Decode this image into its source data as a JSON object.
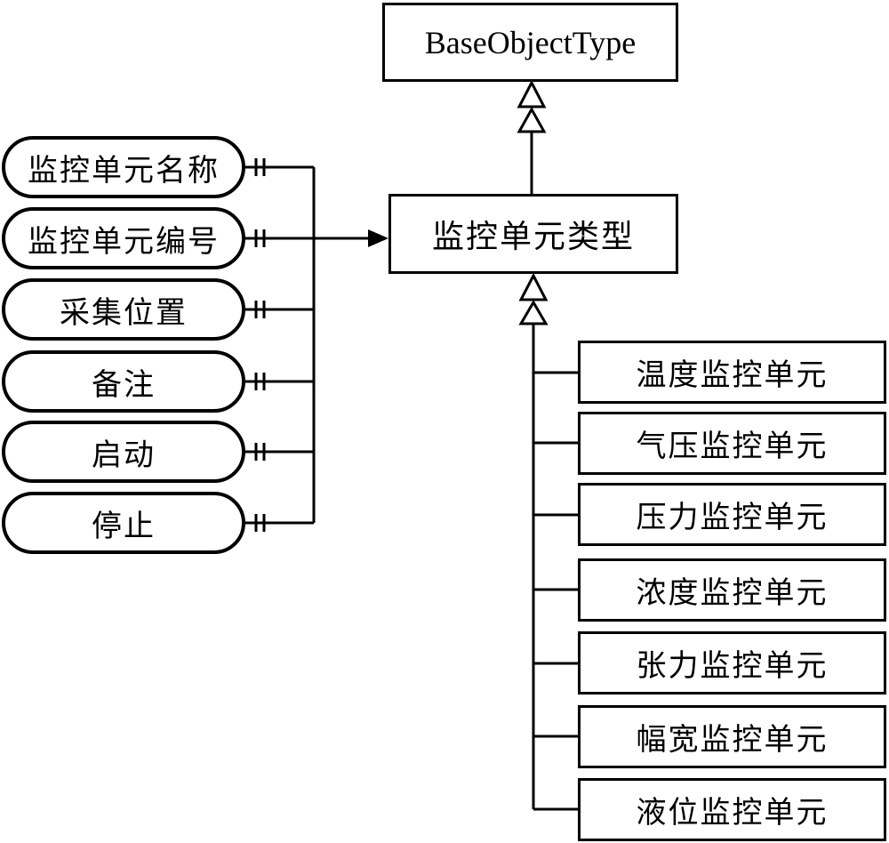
{
  "diagram": {
    "root_class": {
      "label": "BaseObjectType"
    },
    "main_class": {
      "label": "监控单元类型"
    },
    "properties": [
      {
        "label": "监控单元名称"
      },
      {
        "label": "监控单元编号"
      },
      {
        "label": "采集位置"
      },
      {
        "label": "备注"
      },
      {
        "label": "启动"
      },
      {
        "label": "停止"
      }
    ],
    "subtypes": [
      {
        "label": "温度监控单元"
      },
      {
        "label": "气压监控单元"
      },
      {
        "label": "压力监控单元"
      },
      {
        "label": "浓度监控单元"
      },
      {
        "label": "张力监控单元"
      },
      {
        "label": "幅宽监控单元"
      },
      {
        "label": "液位监控单元"
      }
    ],
    "notation": {
      "generalization_marker": "hollow-triangle",
      "property_cardinality_marker": "double-tick",
      "association_marker": "filled-arrowhead"
    },
    "colors": {
      "line": "#000000",
      "background": "#ffffff"
    }
  }
}
